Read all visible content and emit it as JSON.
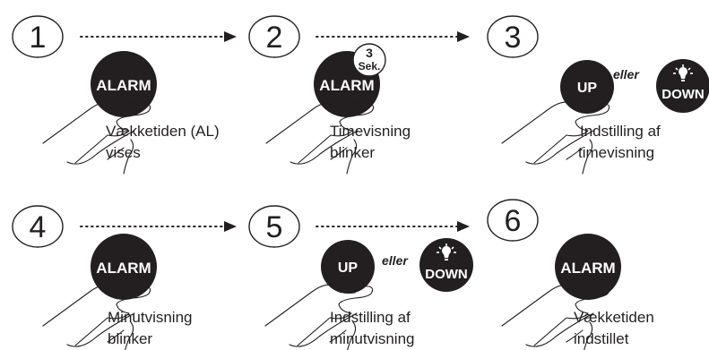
{
  "steps": [
    {
      "number": "1",
      "buttons": [
        "ALARM"
      ],
      "caption": [
        "Vækketiden (AL)",
        "vises"
      ]
    },
    {
      "number": "2",
      "buttons": [
        "ALARM"
      ],
      "badge": [
        "3",
        "Sek."
      ],
      "caption": [
        "Timevisning",
        "blinker"
      ]
    },
    {
      "number": "3",
      "buttons": [
        "UP",
        "DOWN"
      ],
      "connector": "eller",
      "caption": [
        "Indstilling af",
        "timevisning"
      ]
    },
    {
      "number": "4",
      "buttons": [
        "ALARM"
      ],
      "caption": [
        "Minutvisning",
        "blinker"
      ]
    },
    {
      "number": "5",
      "buttons": [
        "UP",
        "DOWN"
      ],
      "connector": "eller",
      "caption": [
        "Indstilling af",
        "minutvisning"
      ]
    },
    {
      "number": "6",
      "buttons": [
        "ALARM"
      ],
      "caption": [
        "Vækketiden",
        "indstillet"
      ]
    }
  ],
  "icons": [
    "hand-pressing-icon",
    "light-bulb-icon",
    "dotted-arrow-icon"
  ],
  "colors": {
    "button": "#231f20",
    "text": "#231f20",
    "background": "#ffffff"
  }
}
